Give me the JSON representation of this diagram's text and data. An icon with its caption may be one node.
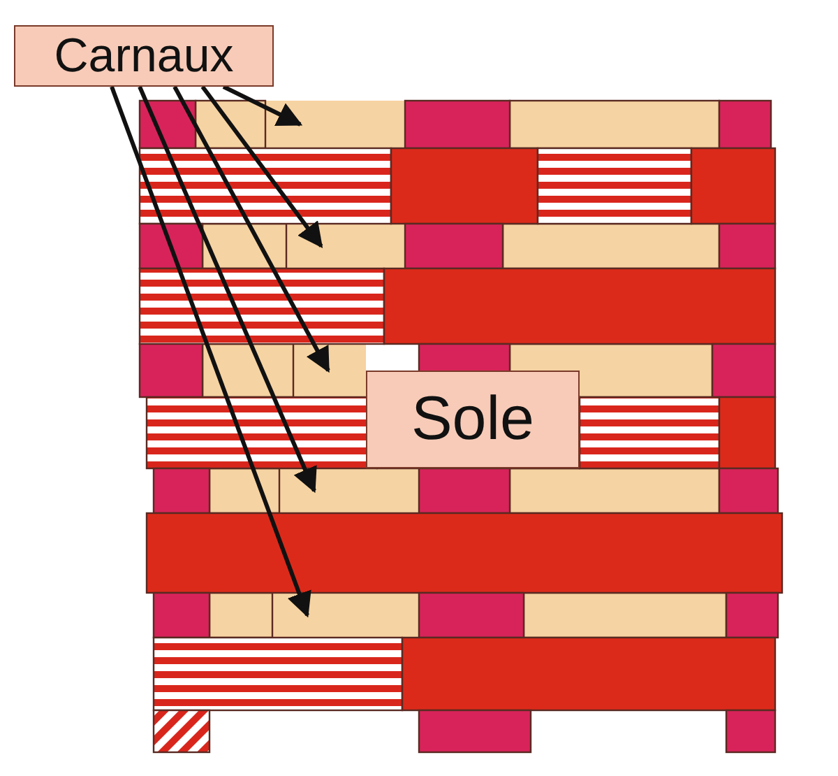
{
  "diagram": {
    "nodes": [
      {
        "text": [
          "Carnaux"
        ]
      },
      {
        "text": [],
        "shape": "bar"
      },
      {
        "text": [],
        "shape": "bar"
      },
      {
        "text": [],
        "shape": "bar"
      },
      {
        "text": [
          "Sole"
        ]
      },
      {
        "text": [],
        "shape": "bar"
      },
      {
        "text": [],
        "shape": "bar"
      }
    ],
    "edges": [
      {
        "from": 0,
        "to": 1,
        "arrow": "to"
      },
      {
        "from": 0,
        "to": 2,
        "arrow": "to"
      },
      {
        "from": 0,
        "to": 3,
        "arrow": "to"
      },
      {
        "from": 0,
        "to": 5,
        "arrow": "to"
      },
      {
        "from": 0,
        "to": 6,
        "arrow": "to"
      }
    ]
  }
}
